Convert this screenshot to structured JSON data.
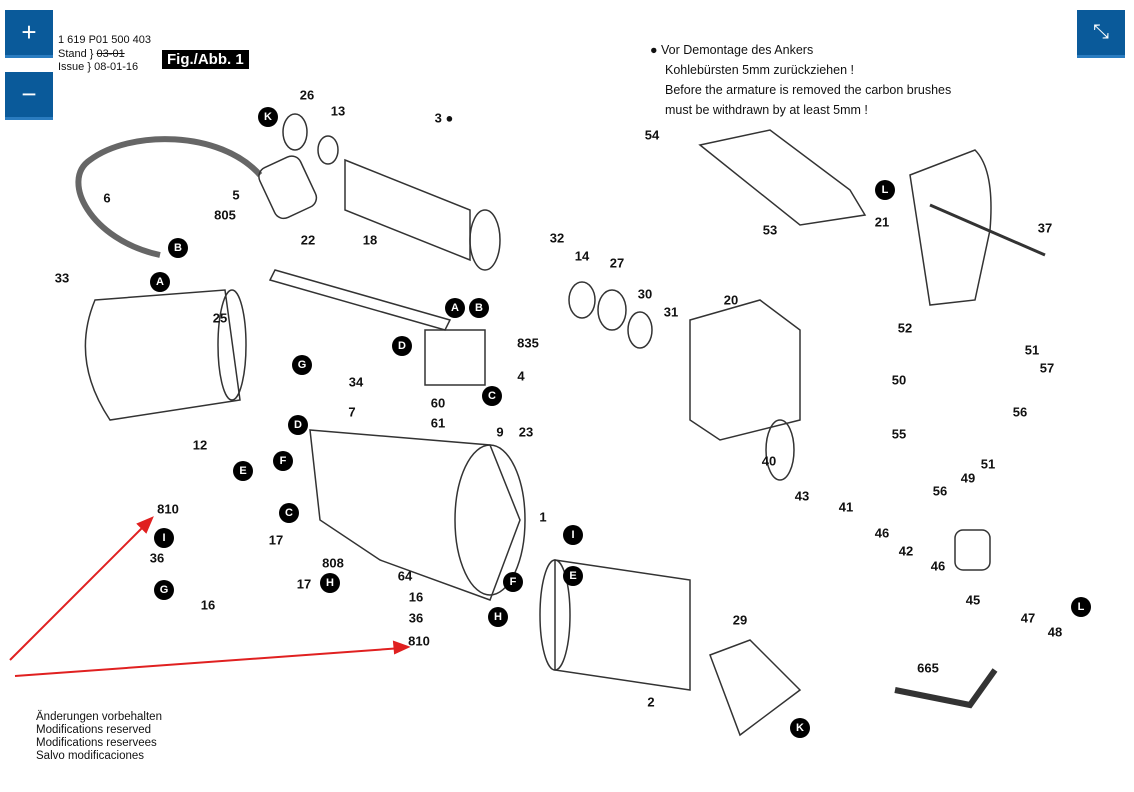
{
  "header": {
    "doc_number": "1 619 P01 500 403",
    "stand_label": "Stand",
    "stand_old": "03-01",
    "issue_label": "Issue",
    "issue_date": "08-01-16",
    "figure_label": "Fig./Abb. 1"
  },
  "controls": {
    "zoom_in": "+",
    "zoom_out": "−",
    "collapse": "⤡"
  },
  "note": {
    "de_line1": "Vor Demontage des Ankers",
    "de_line2": "Kohlebürsten 5mm zurückziehen !",
    "en_line1": "Before the armature is removed the carbon brushes",
    "en_line2": "must be withdrawn by at least 5mm !"
  },
  "footer": [
    "Änderungen vorbehalten",
    "Modifications reserved",
    "Modifications reservees",
    "Salvo modificaciones"
  ],
  "parts": [
    "26",
    "13",
    "3 ●",
    "5",
    "805",
    "6",
    "33",
    "25",
    "22",
    "18",
    "32",
    "14",
    "27",
    "30",
    "31",
    "20",
    "54",
    "53",
    "21",
    "37",
    "52",
    "51",
    "57",
    "50",
    "56",
    "55",
    "51",
    "49",
    "56",
    "40",
    "43",
    "41",
    "46",
    "42",
    "46",
    "45",
    "47",
    "48",
    "835",
    "4",
    "34",
    "7",
    "60",
    "61",
    "9",
    "23",
    "1",
    "12",
    "810",
    "36",
    "16",
    "17",
    "808",
    "64",
    "17",
    "16",
    "36",
    "810",
    "2",
    "29",
    "665"
  ],
  "markers": [
    "K",
    "B",
    "A",
    "A",
    "B",
    "D",
    "C",
    "G",
    "D",
    "E",
    "F",
    "C",
    "I",
    "G",
    "H",
    "I",
    "E",
    "F",
    "H",
    "K",
    "L",
    "L"
  ],
  "colors": {
    "button": "#0a5a9a",
    "arrow": "#e02020"
  }
}
